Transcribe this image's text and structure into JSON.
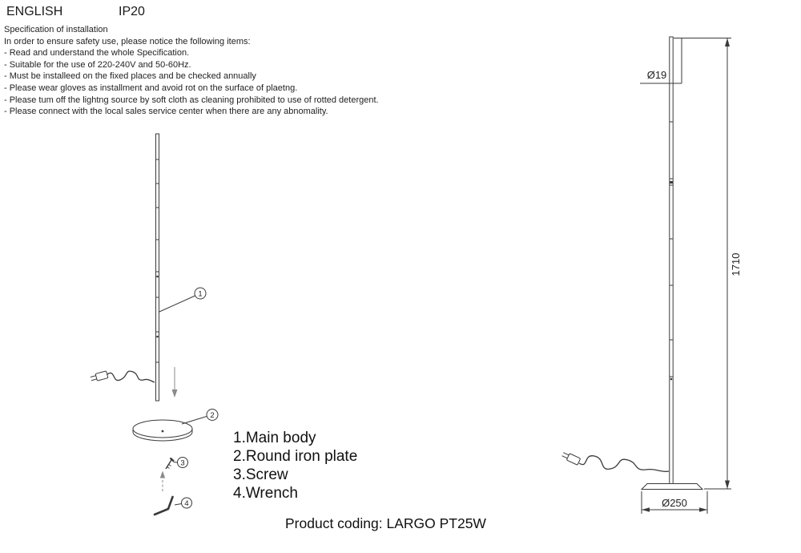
{
  "header": {
    "language": "ENGLISH",
    "ip_rating": "IP20"
  },
  "spec": {
    "title": "Specification of installation",
    "intro": "In order to ensure safety use, please notice the following items:",
    "items": [
      "- Read and understand the whole Specification.",
      "- Suitable for the use of 220-240V and 50-60Hz.",
      "- Must be installeed on the fixed places and be checked annually",
      "- Please wear gloves as installment and avoid rot on the surface of plaetng.",
      "- Please tum off the lightng source by soft cloth as cleaning prohibited to use of rotted detergent.",
      "- Please connect with the local sales service center when there are any abnomality."
    ]
  },
  "diagram": {
    "callouts": [
      "1",
      "2",
      "3",
      "4"
    ],
    "dimensions": {
      "top_diameter": "Ø19",
      "height": "1710",
      "base_diameter": "Ø250"
    }
  },
  "parts_list": {
    "items": [
      "1.Main body",
      "2.Round iron plate",
      "3.Screw",
      "4.Wrench"
    ]
  },
  "footer": {
    "product_coding": "Product coding: LARGO PT25W"
  },
  "colors": {
    "line": "#3a3a3a",
    "text": "#1a1a1a",
    "background": "#ffffff"
  }
}
